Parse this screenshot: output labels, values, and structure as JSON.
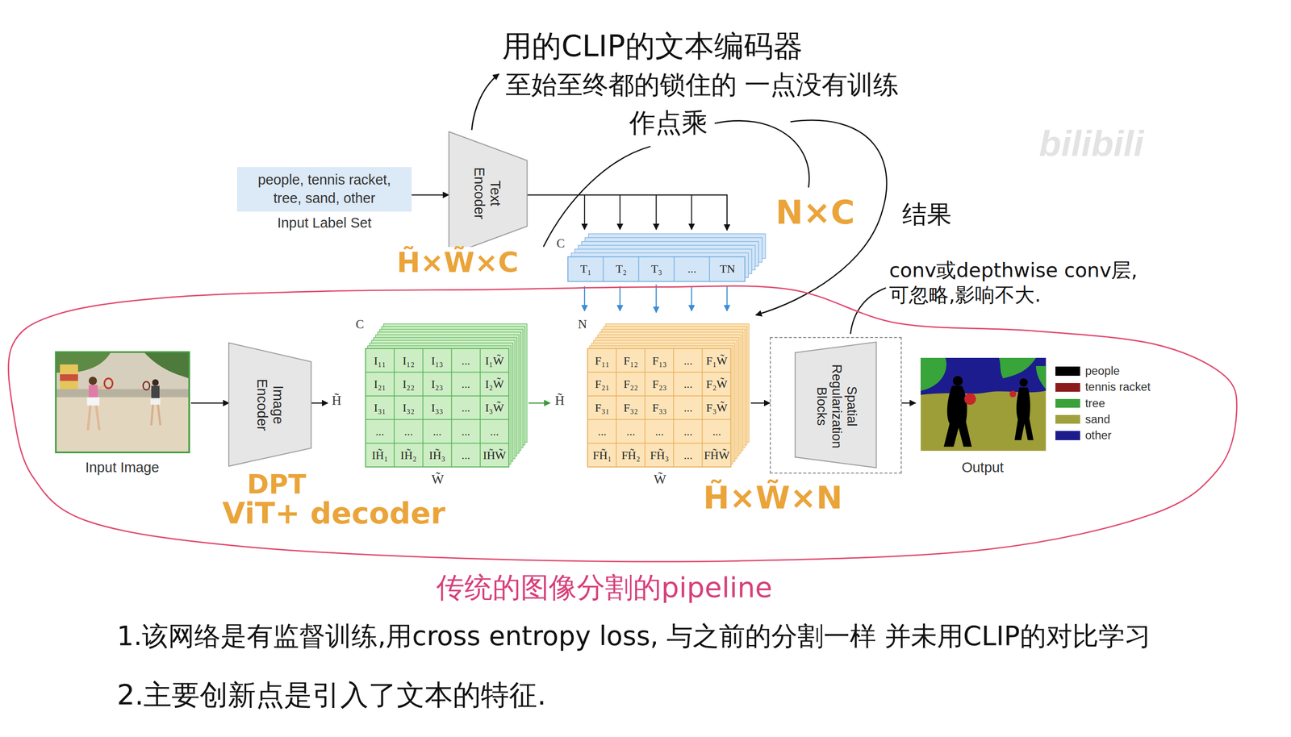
{
  "diagram": {
    "nodes": [
      {
        "text": [
          "people, tennis racket, tree, sand, other",
          "Input Label Set"
        ]
      },
      {
        "text": [
          "Text Encoder"
        ]
      },
      {
        "text": [
          "T₁",
          "T₂",
          "T₃",
          "...",
          "TN"
        ]
      },
      {
        "text": [
          "传统的图像分割的pipeline"
        ]
      },
      {
        "text": [
          "Input Image"
        ],
        "in": 3
      },
      {
        "text": [
          "Image Encoder"
        ],
        "in": 3
      },
      {
        "text": [
          "I₁₁",
          "I₁₂",
          "I₁₃",
          "...",
          "I₁W̃",
          "I₂₁",
          "I₂₂",
          "I₂₃",
          "...",
          "I₂W̃",
          "I₃₁",
          "I₃₂",
          "I₃₃",
          "...",
          "I₃W̃",
          "...",
          "...",
          "...",
          "...",
          "...",
          "IH̃₁",
          "IH̃₂",
          "IH̃₃",
          "...",
          "IH̃W̃"
        ],
        "in": 3
      },
      {
        "text": [
          "F₁₁",
          "F₁₂",
          "F₁₃",
          "...",
          "F₁W̃",
          "F₂₁",
          "F₂₂",
          "F₂₃",
          "...",
          "F₂W̃",
          "F₃₁",
          "F₃₂",
          "F₃₃",
          "...",
          "F₃W̃",
          "...",
          "...",
          "...",
          "...",
          "...",
          "FH̃₁",
          "FH̃₂",
          "FH̃₃",
          "...",
          "FH̃W̃"
        ],
        "in": 3
      },
      {
        "text": [
          "Spatial Regularization Blocks"
        ],
        "in": 3
      },
      {
        "text": [
          "Output"
        ],
        "in": 3
      }
    ],
    "edges": [
      {
        "from": 0,
        "to": 1,
        "arrow": "to"
      },
      {
        "from": 1,
        "to": 2,
        "arrow": "to"
      },
      {
        "from": 2,
        "to": 7,
        "arrow": "to"
      },
      {
        "from": 4,
        "to": 5,
        "arrow": "to"
      },
      {
        "from": 5,
        "to": 6,
        "arrow": "to"
      },
      {
        "from": 6,
        "to": 7,
        "arrow": "to"
      },
      {
        "from": 7,
        "to": 8,
        "arrow": "to"
      },
      {
        "from": 8,
        "to": 9,
        "arrow": "to"
      }
    ],
    "labels": [
      "用的CLIP的文本编码器",
      "至始至终都的锁住的 一点没有训练",
      "作点乘",
      "bilibili",
      "N×C",
      "结果",
      "C",
      "H̃×W̃×C",
      "C",
      "N",
      "conv或depthwise conv层, 可忽略,影响不大.",
      "H̃",
      "H̃",
      "W̃",
      "W̃",
      "DPT",
      "ViT+ decoder",
      "H̃×W̃×N",
      "1.该网络是有监督训练,用cross entropy loss, 与之前的分割一样 并未用CLIP的对比学习",
      "2.主要创新点是引入了文本的特征."
    ],
    "legend": [
      {
        "text": "people",
        "color": "#000000"
      },
      {
        "text": "tennis racket",
        "color": "#8b1c1c"
      },
      {
        "text": "tree",
        "color": "#3aa13a"
      },
      {
        "text": "sand",
        "color": "#a0a03e"
      },
      {
        "text": "other",
        "color": "#1c1c8c"
      }
    ]
  }
}
